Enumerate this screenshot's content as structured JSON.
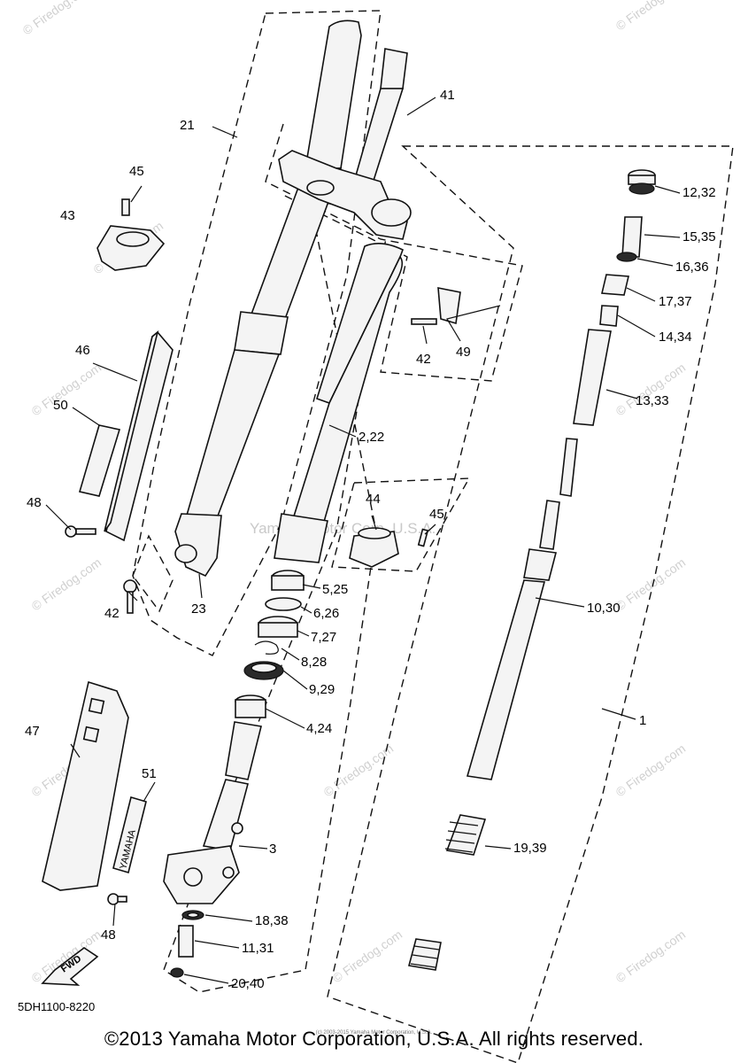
{
  "watermark": {
    "site": "© Firedog.com",
    "center": "Yamaha Motor Corp. U.S.A."
  },
  "diagram_code": "5DH1100-8220",
  "copyright": "©2013 Yamaha Motor Corporation, U.S.A. All rights reserved.",
  "copyright_small": "(c) 2003-2015 Yamaha Motor Corporation, U.S.A.",
  "labels": {
    "fwd": "FWD",
    "yamaha_sticker": "YAMAHA"
  },
  "callouts": {
    "c1": "1",
    "c2_22": "2,22",
    "c3": "3",
    "c4_24": "4,24",
    "c5_25": "5,25",
    "c6_26": "6,26",
    "c7_27": "7,27",
    "c8_28": "8,28",
    "c9_29": "9,29",
    "c10_30": "10,30",
    "c11_31": "11,31",
    "c12_32": "12,32",
    "c13_33": "13,33",
    "c14_34": "14,34",
    "c15_35": "15,35",
    "c16_36": "16,36",
    "c17_37": "17,37",
    "c18_38": "18,38",
    "c19_39": "19,39",
    "c20_40": "20,40",
    "c21": "21",
    "c23": "23",
    "c41": "41",
    "c42a": "42",
    "c42b": "42",
    "c43": "43",
    "c44": "44",
    "c45a": "45",
    "c45b": "45",
    "c46": "46",
    "c47": "47",
    "c48a": "48",
    "c48b": "48",
    "c49": "49",
    "c50": "50",
    "c51": "51"
  }
}
